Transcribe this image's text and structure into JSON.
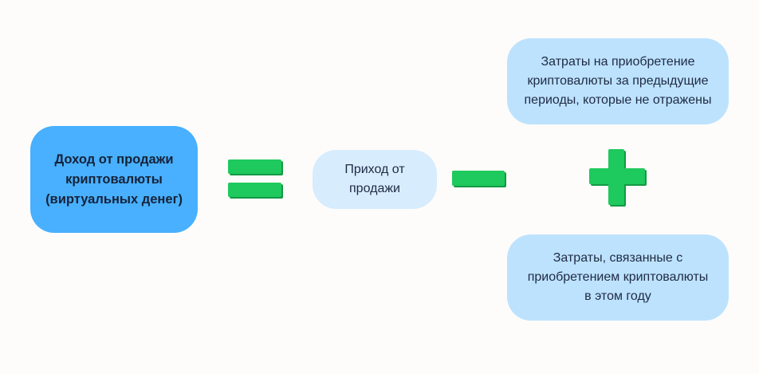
{
  "diagram": {
    "income": {
      "label": "Доход от продажи\nкриптовалюты\n(виртуальных денег)"
    },
    "operators": {
      "equals": "=",
      "minus": "−",
      "plus": "+"
    },
    "proceeds": {
      "label": "Приход от\nпродажи"
    },
    "cost_previous": {
      "label": "Затраты на приобретение\nкриптовалюты за предыдущие\nпериоды, которые не отражены"
    },
    "cost_current": {
      "label": "Затраты, связанные с\nприобретением криптовалюты\nв этом году"
    },
    "colors": {
      "income_box": "#48b0ff",
      "proceeds_box": "#d7ecfd",
      "cost_box": "#bde2fe",
      "operator_green": "#1ec95d",
      "operator_shadow": "#139a44"
    }
  }
}
